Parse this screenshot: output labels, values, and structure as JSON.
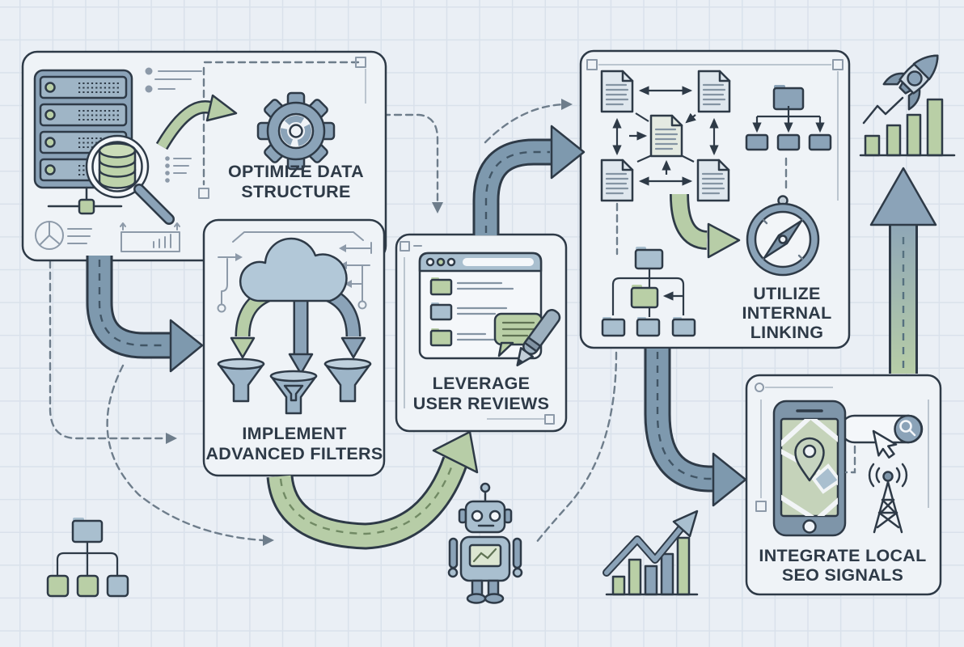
{
  "diagram": {
    "kind": "seo-optimization-workflow-flowchart",
    "background": {
      "style": "grid-paper",
      "color": "#eaeff5",
      "grid_color": "#d9e1eb"
    },
    "colors": {
      "outline": "#2e3a47",
      "panel_fill": "#eff3f7",
      "arrow_blue": "#7e99ae",
      "arrow_green": "#b7cda7",
      "icon_blue": "#8ba3b8",
      "icon_light_blue": "#a9bfcf",
      "icon_green": "#b9cfa6",
      "label_text": "#2e3a47"
    },
    "steps": [
      {
        "name": "optimize-data-structure",
        "label": [
          "OPTIMIZE DATA",
          "STRUCTURE"
        ],
        "icons": [
          "server-stack-icon",
          "magnifier-database-icon",
          "gear-icon",
          "green-curved-arrow-icon",
          "pie-chart-icon",
          "bullet-list-icon",
          "progress-widget-icon"
        ]
      },
      {
        "name": "implement-advanced-filters",
        "label": [
          "IMPLEMENT",
          "ADVANCED FILTERS"
        ],
        "icons": [
          "cloud-icon",
          "split-arrows-icon",
          "funnel-icon",
          "circuit-lines-icon"
        ]
      },
      {
        "name": "leverage-user-reviews",
        "label": [
          "LEVERAGE",
          "USER REVIEWS"
        ],
        "icons": [
          "browser-window-icon",
          "folder-list-icon",
          "review-bubble-icon",
          "pen-icon"
        ]
      },
      {
        "name": "utilize-internal-linking",
        "label": [
          "UTILIZE",
          "INTERNAL",
          "LINKING"
        ],
        "icons": [
          "document-network-icon",
          "sitemap-icon",
          "compass-icon",
          "folder-tree-icon",
          "green-curved-arrow-icon"
        ]
      },
      {
        "name": "integrate-local-seo-signals",
        "label": [
          "INTEGRATE LOCAL",
          "SEO SIGNALS"
        ],
        "icons": [
          "phone-map-icon",
          "location-pin-icon",
          "search-bar-icon",
          "cursor-icon",
          "radio-tower-icon"
        ]
      }
    ],
    "connectors": [
      {
        "name": "arrow-step1-to-step2",
        "style": "solid-blue-curved"
      },
      {
        "name": "arrow-step2-to-step3",
        "style": "solid-green-swoosh"
      },
      {
        "name": "arrow-step3-to-step4",
        "style": "solid-blue-curved"
      },
      {
        "name": "arrow-step4-to-step5",
        "style": "solid-blue-curved"
      },
      {
        "name": "arrow-step5-to-growth",
        "style": "solid-green-to-blue-vertical"
      },
      {
        "name": "dashed-connector-lines",
        "style": "dashed-gray"
      }
    ],
    "decorations": [
      "rocket-icon",
      "growth-bar-chart-icon",
      "trend-arrow-chart-icon",
      "robot-icon",
      "folder-hierarchy-icon"
    ]
  }
}
